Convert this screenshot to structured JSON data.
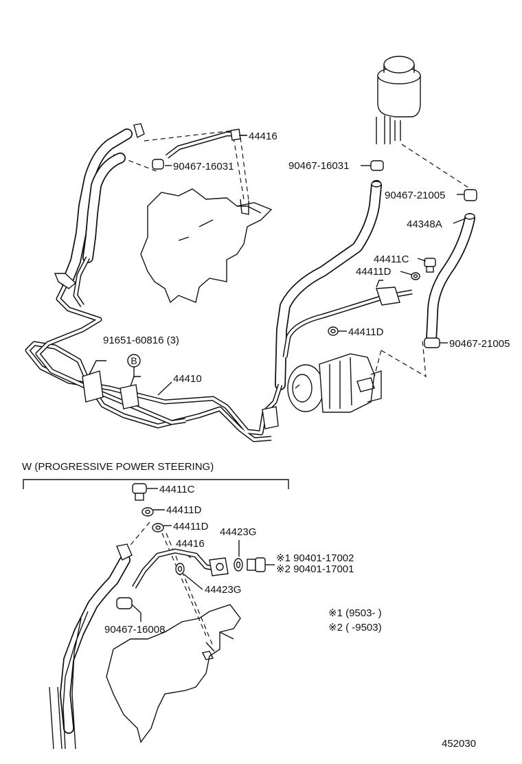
{
  "labels": {
    "p44416": "44416",
    "p90467_16031_a": "90467-16031",
    "p90467_16031_b": "90467-16031",
    "p90467_21005_a": "90467-21005",
    "p44348a": "44348A",
    "p44411c": "44411C",
    "p44411d_a": "44411D",
    "p44411d_b": "44411D",
    "p91651": "91651-60816 (3)",
    "bmark": "B",
    "p44410": "44410",
    "p90467_21005_b": "90467-21005"
  },
  "section": {
    "title": "W (PROGRESSIVE POWER STEERING)",
    "p44411c": "44411C",
    "p44411d_a": "44411D",
    "p44411d_b": "44411D",
    "p44423g_a": "44423G",
    "p44416": "44416",
    "p190401": "※1 90401-17002",
    "p290401": "※2 90401-17001",
    "p44423g_b": "44423G",
    "p90467_16008": "90467-16008",
    "note1": "※1 (9503-        )",
    "note2": "※2 (        -9503)"
  },
  "diagram_code": "452030"
}
